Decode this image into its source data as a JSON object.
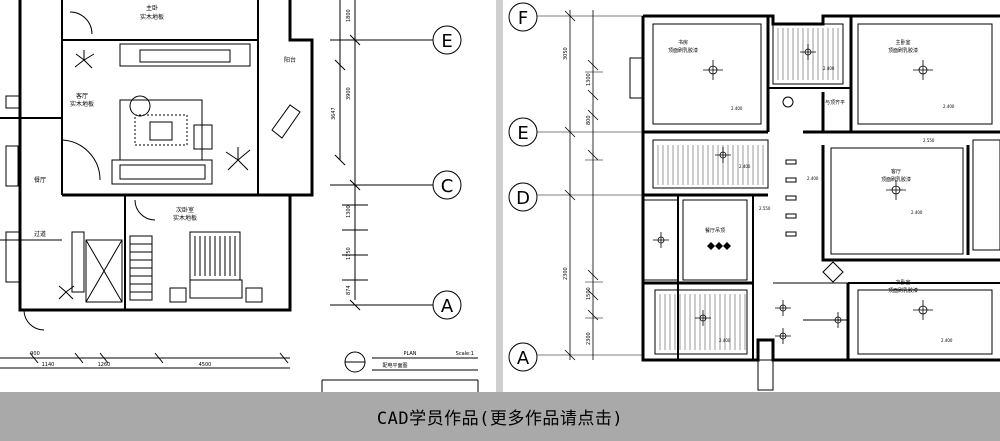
{
  "caption": {
    "text": "CAD学员作品(更多作品请点击)"
  },
  "left_plan": {
    "axis_labels": [
      "E",
      "C",
      "A"
    ],
    "rooms": [
      {
        "name": "主卧",
        "floor": "实木地板"
      },
      {
        "name": "客厅",
        "floor": "实木地板"
      },
      {
        "name": "次卧室",
        "floor": "实木地板"
      },
      {
        "name": "阳台",
        "floor": ""
      },
      {
        "name": "餐厅",
        "floor": ""
      },
      {
        "name": "过道",
        "floor": ""
      }
    ],
    "title_block": {
      "plan": "PLAN",
      "scale": "Scale:1",
      "name": "配电平面图"
    },
    "dims_bottom": [
      "900",
      "1140",
      "1260",
      "4500"
    ],
    "dims_vertical": [
      "1800",
      "3900",
      "3647",
      "1300",
      "1750",
      "874"
    ]
  },
  "right_plan": {
    "axis_labels": [
      "F",
      "E",
      "D",
      "A"
    ],
    "rooms": [
      {
        "name": "书房",
        "ceiling": "顶面刷乳胶漆"
      },
      {
        "name": "主卧室",
        "ceiling": "顶面刷乳胶漆"
      },
      {
        "name": "客厅",
        "ceiling": "顶面刷乳胶漆"
      },
      {
        "name": "次卧室",
        "ceiling": "顶面刷乳胶漆"
      },
      {
        "name": "餐厅吊顶",
        "ceiling": ""
      },
      {
        "name": "与顶齐平",
        "ceiling": ""
      }
    ],
    "heights": [
      "2.400",
      "2.400",
      "2.400",
      "2.400",
      "2.400",
      "2.400",
      "2.400",
      "2.400",
      "2.550",
      "2.550"
    ],
    "dims_vertical": [
      "3050",
      "1300",
      "800",
      "2300",
      "1500",
      "2300"
    ]
  },
  "colors": {
    "caption_bg": "#a9a9a9",
    "line": "#000000",
    "divider": "#cfcfcf"
  }
}
